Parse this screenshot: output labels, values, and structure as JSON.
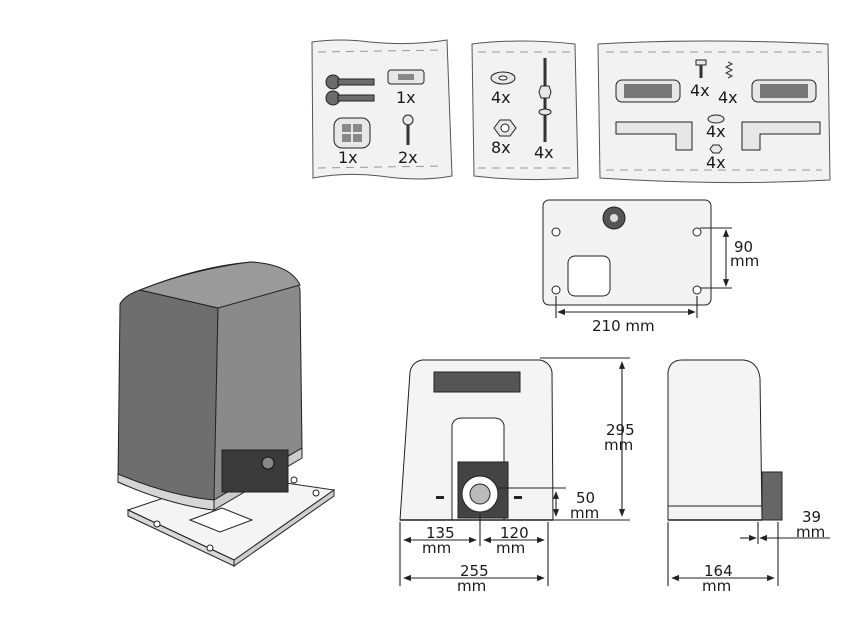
{
  "bags": {
    "bag1": {
      "keys_qty": "",
      "bracket_qty": "1x",
      "remote_qty": "1x",
      "screw_qty": "2x"
    },
    "bag2": {
      "washer_qty": "4x",
      "nut_qty": "8x",
      "bolt_qty": "4x"
    },
    "bag3": {
      "screw_qty": "4x",
      "spring_qty": "4x",
      "washer_qty": "4x",
      "nut_qty": "4x"
    }
  },
  "dimensions": {
    "plate_hole_vertical": {
      "value": "90",
      "unit": "mm"
    },
    "plate_hole_horizontal": "210 mm",
    "motor_height": {
      "value": "295",
      "unit": "mm"
    },
    "gear_height": {
      "value": "50",
      "unit": "mm"
    },
    "left_offset": {
      "value": "135",
      "unit": "mm"
    },
    "right_offset": {
      "value": "120",
      "unit": "mm"
    },
    "total_width": {
      "value": "255",
      "unit": "mm"
    },
    "side_depth": {
      "value": "164",
      "unit": "mm"
    },
    "side_offset": {
      "value": "39",
      "unit": "mm"
    }
  }
}
